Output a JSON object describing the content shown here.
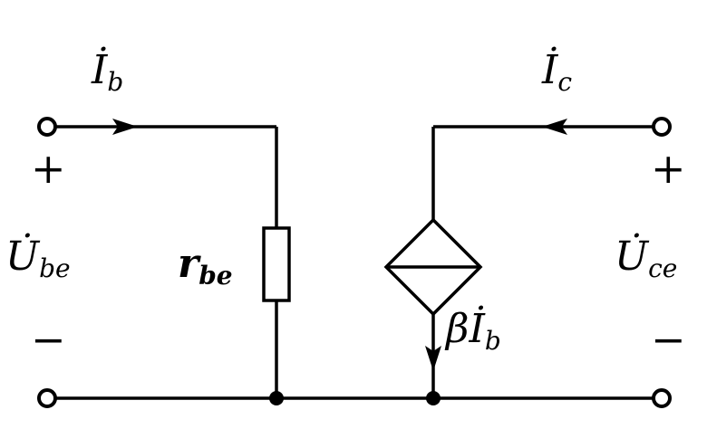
{
  "diagram": {
    "title": "BJT small-signal equivalent circuit",
    "colors": {
      "stroke": "#000000",
      "background": "#ffffff"
    },
    "labels": {
      "ib": {
        "main": "İ",
        "sub": "b"
      },
      "ic": {
        "main": "İ",
        "sub": "c"
      },
      "ube": {
        "main": "U̇",
        "sub": "be"
      },
      "uce": {
        "main": "U̇",
        "sub": "ce"
      },
      "rbe": {
        "main": "r",
        "sub": "be"
      },
      "beta_ib": {
        "main": "βİ",
        "sub": "b"
      },
      "plus_left": "+",
      "minus_left": "−",
      "plus_right": "+",
      "minus_right": "−"
    }
  }
}
